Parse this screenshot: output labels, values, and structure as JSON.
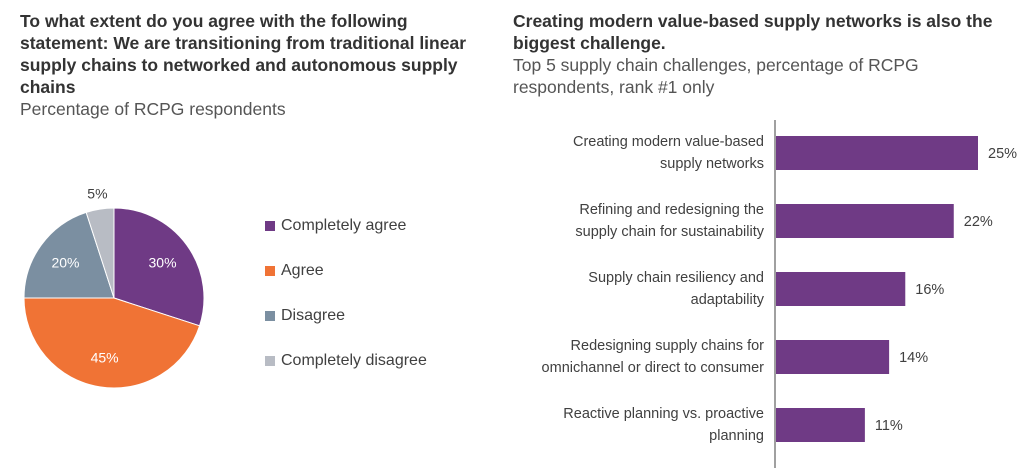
{
  "left": {
    "title": "To what extent do you agree with the following statement: We are transitioning from traditional linear supply chains to networked and autonomous supply chains",
    "subtitle": "Percentage of RCPG respondents"
  },
  "right": {
    "title": "Creating modern value-based supply networks is also the biggest challenge.",
    "subtitle": "Top 5 supply chain challenges, percentage of RCPG respondents, rank #1 only"
  },
  "chart_data": [
    {
      "type": "pie",
      "title": "To what extent do you agree with the following statement: We are transitioning from traditional linear supply chains to networked and autonomous supply chains",
      "subtitle": "Percentage of RCPG respondents",
      "categories": [
        "Completely agree",
        "Agree",
        "Disagree",
        "Completely disagree"
      ],
      "values": [
        30,
        45,
        20,
        5
      ],
      "labels": [
        "30%",
        "45%",
        "20%",
        "5%"
      ],
      "colors": [
        "#6f3a85",
        "#f07335",
        "#7b8fa1",
        "#b8bcc4"
      ],
      "legend_position": "right"
    },
    {
      "type": "bar",
      "orientation": "horizontal",
      "title": "Creating modern value-based supply networks is also the biggest challenge.",
      "subtitle": "Top 5 supply chain challenges, percentage of RCPG respondents, rank #1 only",
      "categories": [
        "Creating modern value-based supply networks",
        "Refining and redesigning the supply chain for sustainability",
        "Supply chain resiliency and adaptability",
        "Redesigning supply chains for omnichannel or direct to consumer",
        "Reactive planning vs. proactive planning"
      ],
      "category_lines": [
        [
          "Creating modern value-based",
          "supply networks"
        ],
        [
          "Refining and redesigning the",
          "supply chain for sustainability"
        ],
        [
          "Supply chain resiliency and",
          "adaptability"
        ],
        [
          "Redesigning supply chains for",
          "omnichannel or direct to consumer"
        ],
        [
          "Reactive planning vs. proactive",
          "planning"
        ]
      ],
      "values": [
        25,
        22,
        16,
        14,
        11
      ],
      "labels": [
        "25%",
        "22%",
        "16%",
        "14%",
        "11%"
      ],
      "color": "#6f3a85",
      "xlim": [
        0,
        25
      ]
    }
  ]
}
